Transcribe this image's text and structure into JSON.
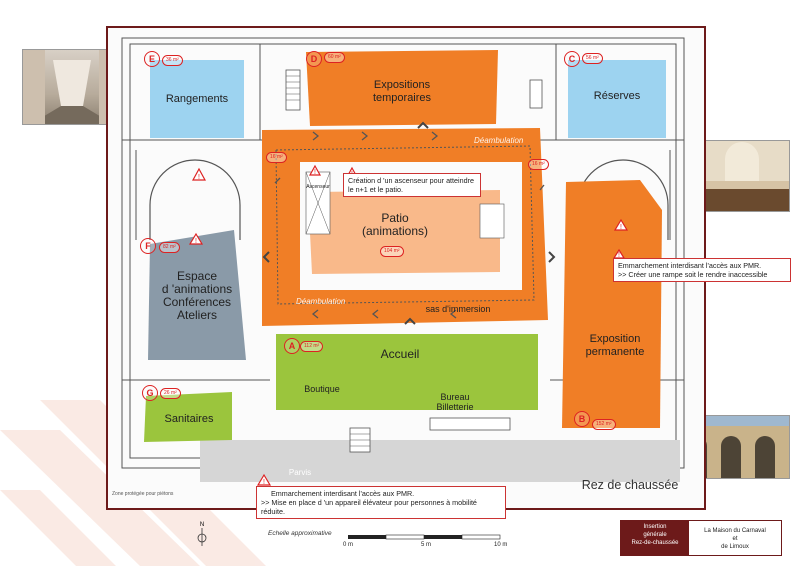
{
  "rooms": {
    "rangements": "Rangements",
    "expositions": "Expositions\ntemporaires",
    "reserves": "Réserves",
    "patio": "Patio\n(animations)",
    "espace": "Espace\nd 'animations\nConférences\nAteliers",
    "accueil": "Accueil",
    "boutique": "Boutique",
    "bureau": "Bureau\nBilletterie",
    "sanitaires": "Sanitaires",
    "exposition_perm": "Exposition\npermanente",
    "ascenseur": "Ascenseur",
    "sas": "sas d'immersion",
    "parvis": "Parvis",
    "rez": "Rez de chaussée"
  },
  "badges": {
    "E": "E",
    "D": "D",
    "C": "C",
    "F": "F",
    "A": "A",
    "G": "G",
    "B": "B"
  },
  "areas": {
    "e": "36 m²",
    "d": "60 m²",
    "c": "56 m²",
    "f": "82 m²",
    "a": "112 m²",
    "g": "26 m²",
    "b": "152 m²",
    "patio": "104 m²",
    "gal1": "16 m²",
    "gal2": "16 m²"
  },
  "deambulation": "Déambulation",
  "notes": {
    "elevator": "Création d 'un ascenseur pour atteindre\nle n+1 et le patio.",
    "pmr_right_1": "Emmarchement interdisant l'accès aux PMR.",
    "pmr_right_2": ">> Créer une rampe soit le rendre inaccessible",
    "pmr_bottom_1": "Emmarchement interdisant l'accès aux PMR.",
    "pmr_bottom_2": ">> Mise en place d 'un appareil élévateur pour personnes à mobilité\nréduite."
  },
  "zone_protegee": "Zone protégée pour piétons",
  "scale": {
    "label": "Echelle approximative",
    "ticks": [
      "0 m",
      "5 m",
      "10 m"
    ]
  },
  "north": "N",
  "title_left": "Insertion\ngénérale\nRez-de-chaussée",
  "title_right": "La Maison du Carnaval\net\nde Limoux",
  "colors": {
    "orange": "#f07e26",
    "lightorange": "#f9b98a",
    "blue": "#9dd3f0",
    "slate": "#8a9aa8",
    "green": "#9bc53d",
    "frame": "#6d1a1a"
  }
}
